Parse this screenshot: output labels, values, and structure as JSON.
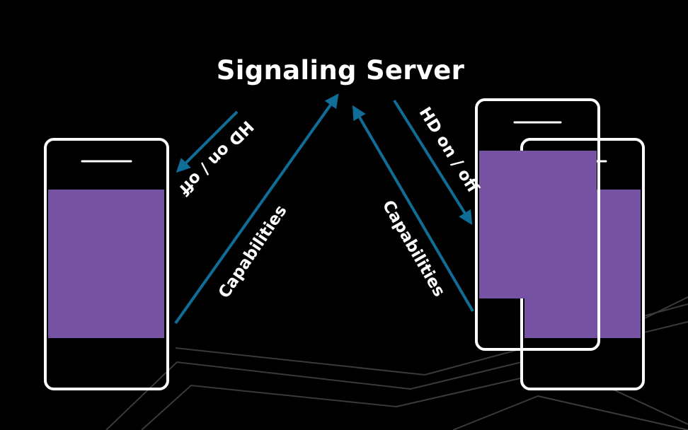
{
  "server": {
    "title": "Signaling Server"
  },
  "arrows": {
    "left_hd_label": "HD on / off",
    "left_capabilities_label": "Capabilities",
    "right_hd_label": "HD on / off",
    "right_capabilities_label": "Capabilities"
  },
  "colors": {
    "background": "#000000",
    "arrow": "#0f6e98",
    "phone_outline": "#ffffff",
    "video": "#7652a2",
    "text": "#ffffff",
    "background_lines": "#3a3a3a"
  }
}
